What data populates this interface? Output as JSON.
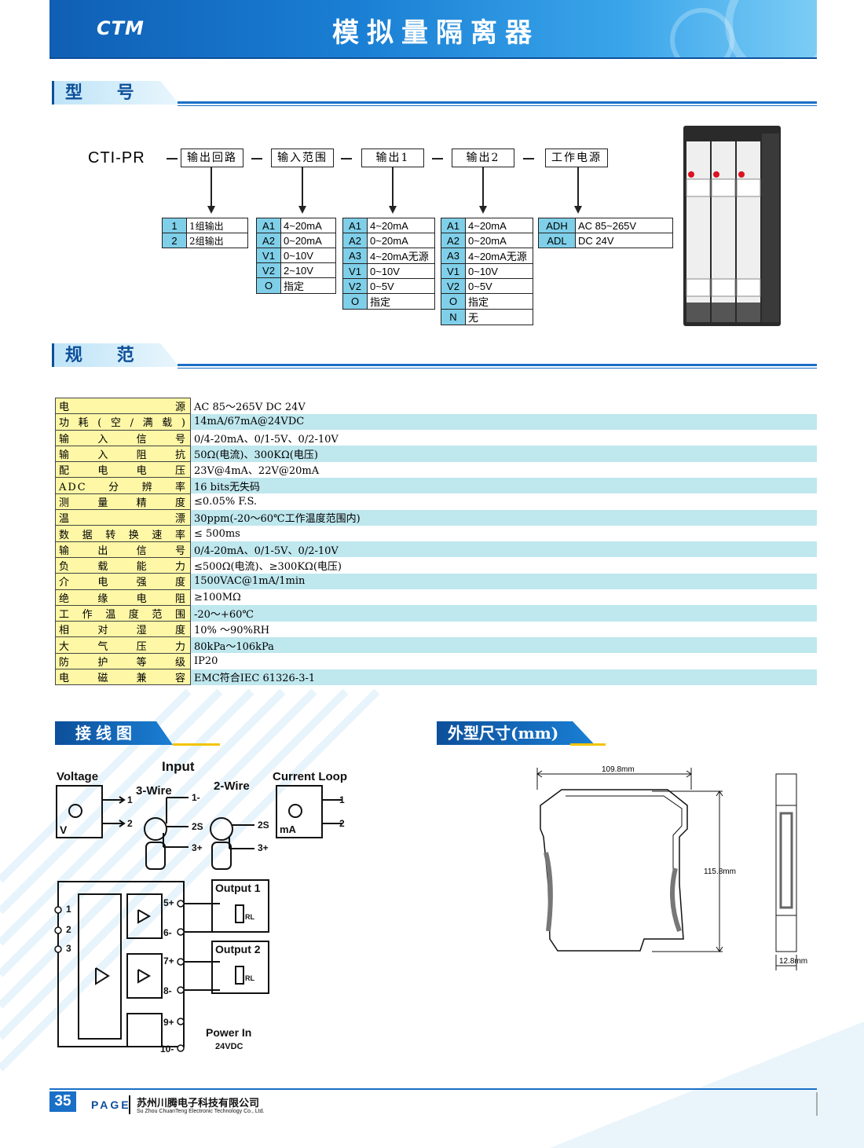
{
  "header": {
    "brand": "CTM",
    "title": "模拟量隔离器"
  },
  "sections": {
    "model": "型 号",
    "spec": "规 范",
    "wiring": "接线图",
    "dimensions": "外型尺寸(mm)"
  },
  "model": {
    "prefix": "CTI-PR",
    "fields": [
      "输出回路",
      "输入范围",
      "输出1",
      "输出2",
      "工作电源"
    ],
    "options": [
      [
        {
          "code": "1",
          "desc": "1组输出"
        },
        {
          "code": "2",
          "desc": "2组输出"
        }
      ],
      [
        {
          "code": "A1",
          "desc": "4~20mA"
        },
        {
          "code": "A2",
          "desc": "0~20mA"
        },
        {
          "code": "V1",
          "desc": "0~10V"
        },
        {
          "code": "V2",
          "desc": "2~10V"
        },
        {
          "code": "O",
          "desc": "指定"
        }
      ],
      [
        {
          "code": "A1",
          "desc": "4~20mA"
        },
        {
          "code": "A2",
          "desc": "0~20mA"
        },
        {
          "code": "A3",
          "desc": "4~20mA无源"
        },
        {
          "code": "V1",
          "desc": "0~10V"
        },
        {
          "code": "V2",
          "desc": "0~5V"
        },
        {
          "code": "O",
          "desc": "指定"
        }
      ],
      [
        {
          "code": "A1",
          "desc": "4~20mA"
        },
        {
          "code": "A2",
          "desc": "0~20mA"
        },
        {
          "code": "A3",
          "desc": "4~20mA无源"
        },
        {
          "code": "V1",
          "desc": "0~10V"
        },
        {
          "code": "V2",
          "desc": "0~5V"
        },
        {
          "code": "O",
          "desc": "指定"
        },
        {
          "code": "N",
          "desc": "无"
        }
      ],
      [
        {
          "code": "ADH",
          "desc": "AC 85~265V"
        },
        {
          "code": "ADL",
          "desc": "DC 24V"
        }
      ]
    ]
  },
  "spec": [
    {
      "k": "电源",
      "v": "AC 85～265V  DC 24V"
    },
    {
      "k": "功耗(空/满载)",
      "v": "14mA/67mA@24VDC"
    },
    {
      "k": "输入信号",
      "v": "0/4-20mA、0/1-5V、0/2-10V"
    },
    {
      "k": "输入阻抗",
      "v": "50Ω(电流)、300KΩ(电压)"
    },
    {
      "k": "配电电压",
      "v": "23V@4mA、22V@20mA"
    },
    {
      "k": "ADC分辨率",
      "v": "16 bits无失码"
    },
    {
      "k": "测量精度",
      "v": "≤0.05% F.S."
    },
    {
      "k": "温漂",
      "v": "30ppm(-20～60℃工作温度范围内)"
    },
    {
      "k": "数据转换速率",
      "v": "≤ 500ms"
    },
    {
      "k": "输出信号",
      "v": "0/4-20mA、0/1-5V、0/2-10V"
    },
    {
      "k": "负载能力",
      "v": "≤500Ω(电流)、≥300KΩ(电压)"
    },
    {
      "k": "介电强度",
      "v": "1500VAC@1mA/1min"
    },
    {
      "k": "绝缘电阻",
      "v": "≥100MΩ"
    },
    {
      "k": "工作温度范围",
      "v": "-20～+60℃"
    },
    {
      "k": "相对湿度",
      "v": "10% ～90%RH"
    },
    {
      "k": "大气压力",
      "v": "80kPa～106kPa"
    },
    {
      "k": "防护等级",
      "v": "IP20"
    },
    {
      "k": "电磁兼容",
      "v": "EMC符合IEC 61326-3-1"
    }
  ],
  "wiring": {
    "input_title": "Input",
    "voltage": "Voltage",
    "three_wire": "3-Wire",
    "two_wire": "2-Wire",
    "current_loop": "Current Loop",
    "v_label": "V",
    "ma_label": "mA",
    "t1": "1",
    "t2": "2",
    "t1m": "1-",
    "t2s": "2S",
    "t3p": "3+",
    "term_left": [
      "1",
      "2",
      "3"
    ],
    "term_right": [
      "5+",
      "6-",
      "7+",
      "8-",
      "9+",
      "10-"
    ],
    "output1": "Output 1",
    "output2": "Output 2",
    "rl": "RL",
    "power_in": "Power In",
    "power_v": "24VDC"
  },
  "dims": {
    "width": "109.8mm",
    "height": "115.8mm",
    "depth": "12.8mm"
  },
  "footer": {
    "page": "35",
    "page_label": "PAGE",
    "company_cn": "苏州川腾电子科技有限公司",
    "company_en": "Su Zhou ChuanTeng Electronic Technology Co., Ltd."
  }
}
